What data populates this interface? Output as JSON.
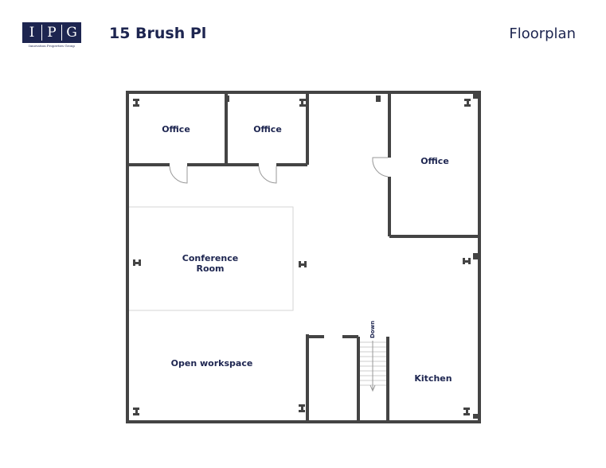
{
  "header": {
    "logo_letters": [
      "I",
      "P",
      "G"
    ],
    "logo_subtitle": "Innovation Properties Group",
    "address": "15 Brush Pl",
    "label": "Floorplan"
  },
  "rooms": {
    "office_1": "Office",
    "office_2": "Office",
    "office_3": "Office",
    "conference_line1": "Conference",
    "conference_line2": "Room",
    "open_workspace": "Open workspace",
    "kitchen": "Kitchen",
    "stairs": "Down"
  },
  "colors": {
    "brand": "#1d2550",
    "wall": "#444444"
  }
}
